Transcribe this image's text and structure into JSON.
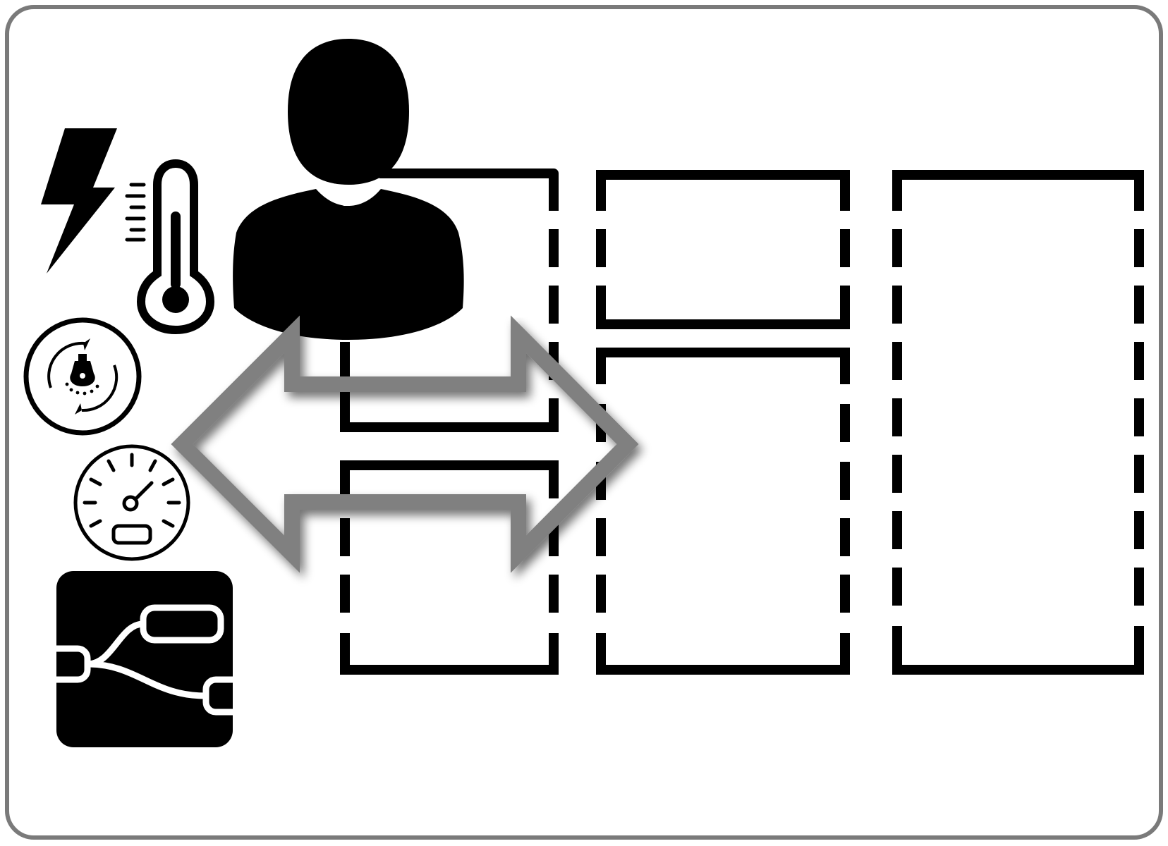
{
  "diagram": {
    "frame": {
      "border_color": "#7a7a7a",
      "background": "#ffffff"
    },
    "colors": {
      "ink": "#000000",
      "arrow_stroke": "#808080",
      "arrow_shadow": "#555555"
    },
    "icons": [
      {
        "name": "lightning-icon"
      },
      {
        "name": "thermometer-icon"
      },
      {
        "name": "valve-knob-icon"
      },
      {
        "name": "speedometer-icon"
      },
      {
        "name": "node-red-flow-icon"
      },
      {
        "name": "user-silhouette-icon"
      }
    ],
    "columns": [
      {
        "name": "column-1",
        "boxes": [
          "top-box",
          "bottom-box"
        ]
      },
      {
        "name": "column-2",
        "boxes": [
          "top-box",
          "bottom-box"
        ]
      },
      {
        "name": "column-3",
        "boxes": [
          "full-box"
        ]
      }
    ],
    "connectors": [
      {
        "from": "user-silhouette-icon",
        "to": "column-1"
      },
      {
        "type": "bidirectional-arrow",
        "between": [
          "sensor-icons",
          "columns"
        ]
      }
    ]
  }
}
